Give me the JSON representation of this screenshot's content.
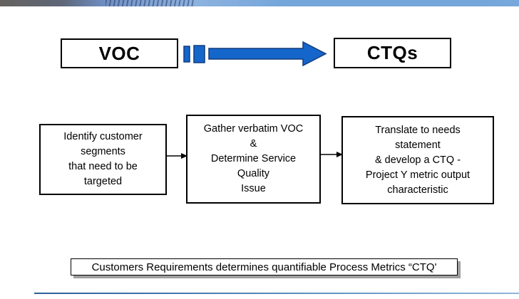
{
  "slide": {
    "header": {
      "voc_label": "VOC",
      "ctqs_label": "CTQs"
    },
    "flow_boxes": [
      {
        "lines": [
          "Identify customer",
          "segments",
          "that need to be",
          "targeted"
        ]
      },
      {
        "lines": [
          "Gather verbatim VOC",
          "&",
          "Determine Service",
          "Quality",
          "Issue"
        ]
      },
      {
        "lines": [
          "Translate to needs",
          "statement",
          "& develop a CTQ -",
          "Project Y metric output",
          "characteristic"
        ]
      }
    ],
    "footer_banner_text": "Customers Requirements determines quantifiable Process Metrics “CTQ'",
    "icons": {
      "flow_arrow": "dashed-right-arrow",
      "connector_1": "thin-right-arrow",
      "connector_2": "thin-right-arrow"
    },
    "colors": {
      "arrow_fill": "#1566cb",
      "arrow_outline": "#123c7a",
      "strip_blue": "#74a6da",
      "bottom_line_blue": "#4e82b4",
      "banner_shadow": "#9f9f9f"
    }
  }
}
